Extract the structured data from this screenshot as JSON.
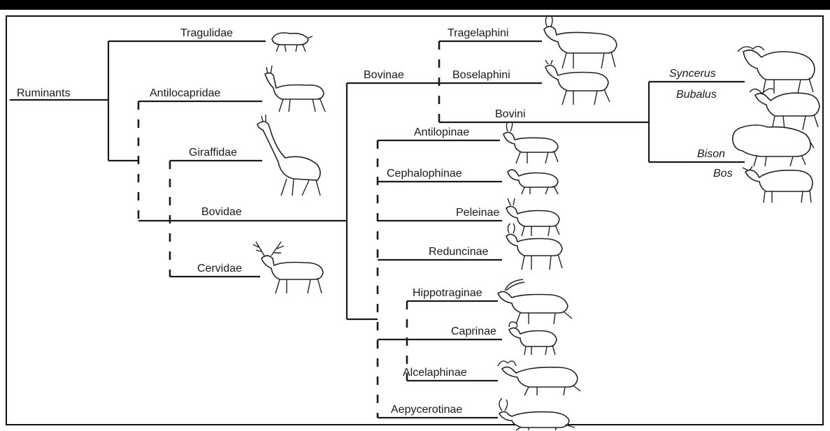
{
  "tree": {
    "root": "Ruminants",
    "families": [
      "Tragulidae",
      "Antilocapridae",
      "Giraffidae",
      "Bovidae",
      "Cervidae"
    ],
    "bovinae": "Bovinae",
    "tribes": [
      "Tragelaphini",
      "Boselaphini",
      "Bovini"
    ],
    "subfamilies": [
      "Antilopinae",
      "Cephalophinae",
      "Peleinae",
      "Reduncinae",
      "Hippotraginae",
      "Caprinae",
      "Alcelaphinae",
      "Aepycerotinae"
    ],
    "genera": [
      "Syncerus",
      "Bubalus",
      "Bison",
      "Bos"
    ]
  }
}
